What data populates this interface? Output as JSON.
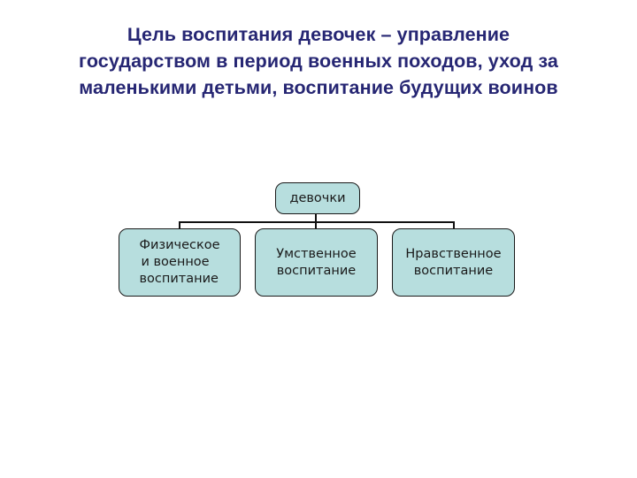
{
  "title": {
    "lines": [
      "Цель воспитания девочек – управление",
      "государством в период военных походов, уход за",
      "маленькими детьми, воспитание будущих воинов"
    ]
  },
  "diagram": {
    "type": "hierarchy",
    "root": {
      "label": "девочки"
    },
    "children": [
      {
        "lines": [
          "Физическое",
          "и военное",
          "воспитание"
        ]
      },
      {
        "lines": [
          "Умственное",
          "воспитание"
        ]
      },
      {
        "lines": [
          "Нравственное",
          "воспитание"
        ]
      }
    ],
    "colors": {
      "title": "#262673",
      "node_fill": "#b7dede",
      "node_border": "#1a1a1a",
      "connector": "#111111"
    }
  }
}
